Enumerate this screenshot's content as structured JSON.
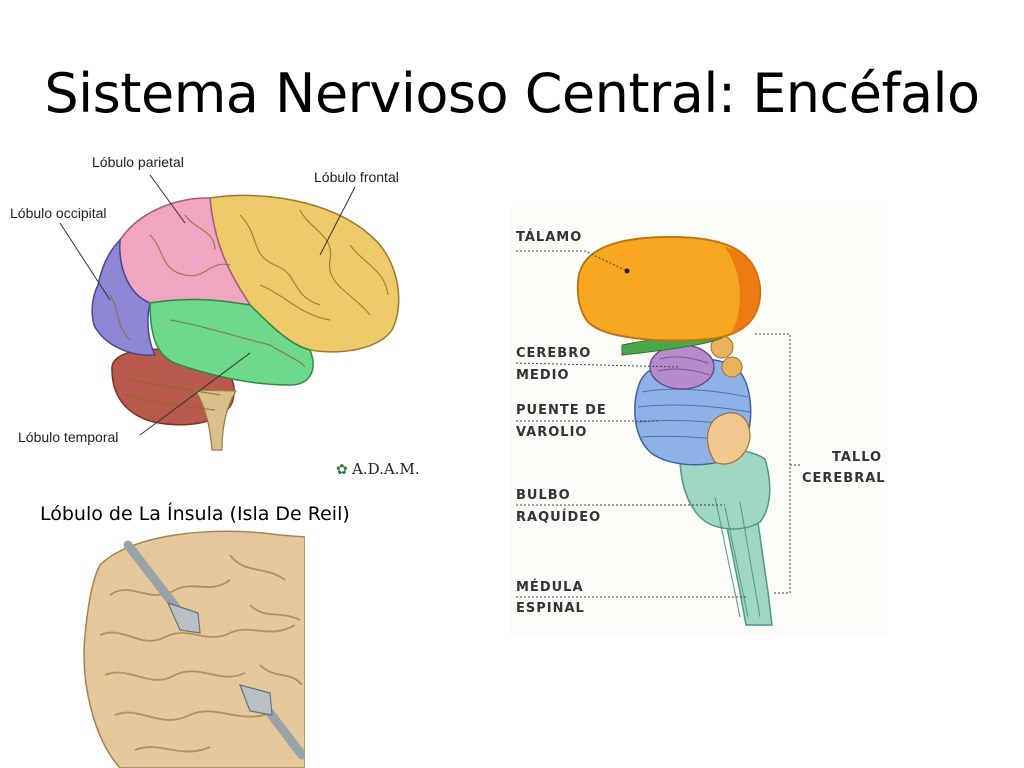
{
  "slide": {
    "title": "Sistema Nervioso Central: Encéfalo"
  },
  "lobes_figure": {
    "labels": {
      "parietal": "Lóbulo parietal",
      "frontal": "Lóbulo frontal",
      "occipital": "Lóbulo occipital",
      "temporal": "Lóbulo temporal"
    },
    "credit": "A.D.A.M.",
    "colors": {
      "frontal": "#eec96a",
      "parietal": "#f0a6c0",
      "occipital": "#8d86d4",
      "temporal": "#6ed98a",
      "cerebellum": "#b85a4c"
    }
  },
  "brainstem_figure": {
    "labels": {
      "thalamus": "TÁLAMO",
      "midbrain_1": "CEREBRO",
      "midbrain_2": "MEDIO",
      "pons_1": "PUENTE DE",
      "pons_2": "VAROLIO",
      "medulla_1": "BULBO",
      "medulla_2": "RAQUÍDEO",
      "spinal_1": "MÉDULA",
      "spinal_2": "ESPINAL",
      "stem_1": "TALLO",
      "stem_2": "CEREBRAL"
    },
    "colors": {
      "thalamus": "#f7a820",
      "midbrain": "#b58ccb",
      "pons": "#8fb2e6",
      "medulla": "#9ed6c2"
    }
  },
  "insula_figure": {
    "caption": "Lóbulo de La Ínsula (Isla De Reil)"
  }
}
